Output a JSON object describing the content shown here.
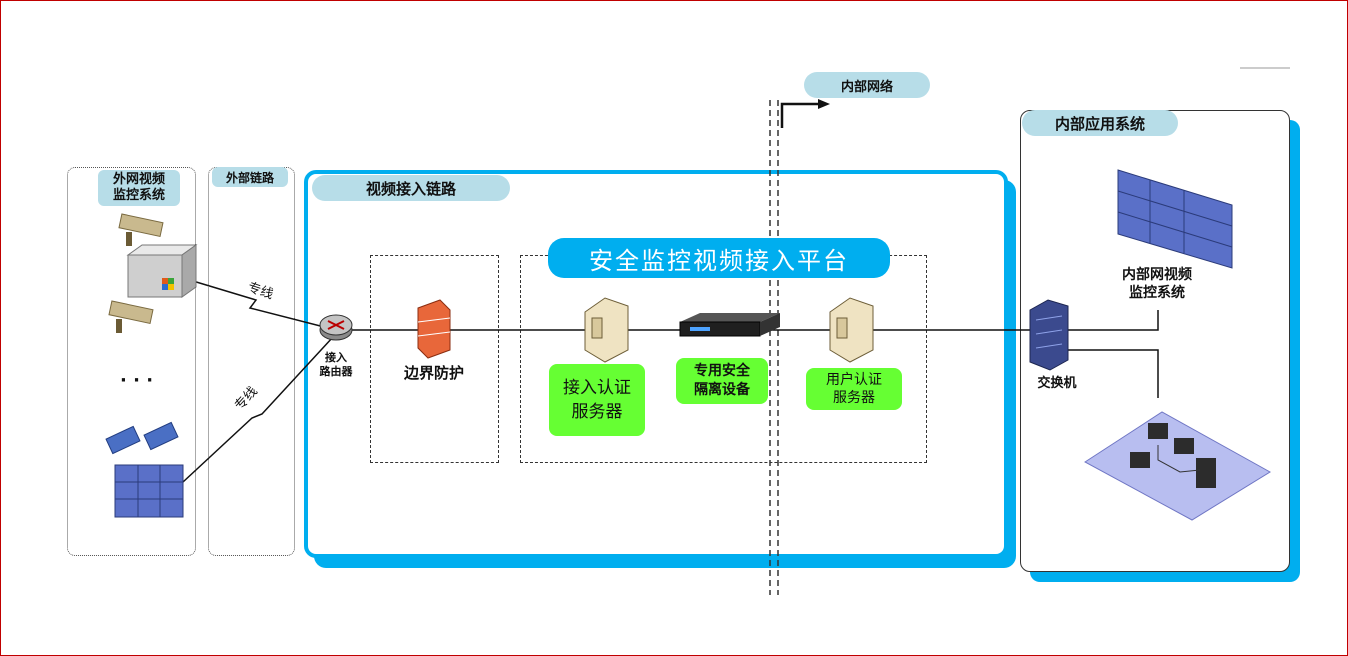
{
  "groups": {
    "external_video": "外网视频\n监控系统",
    "external_link": "外部链路",
    "video_access_link": "视频接入链路",
    "platform": "安全监控视频接入平台",
    "internal_network": "内部网络",
    "internal_app": "内部应用系统"
  },
  "labels": {
    "dedicated_line_1": "专线",
    "dedicated_line_2": "专线",
    "ellipsis": "· · ·",
    "router": "接入\n路由器",
    "firewall": "边界防护",
    "access_auth_server": "接入认证\n服务器",
    "isolation_device": "专用安全\n隔离设备",
    "user_auth_server": "用户认证\n服务器",
    "switch": "交换机",
    "internal_video": "内部网视频\n监控系统"
  },
  "colors": {
    "accent_blue": "#00aeef",
    "pill_blue": "#b7dde8",
    "green": "#66ff33",
    "frame_red": "#c00000"
  },
  "icons": [
    "cctv-camera-icon",
    "server-icon",
    "router-icon",
    "firewall-icon",
    "rack-device-icon",
    "switch-icon",
    "video-wall-icon",
    "workstation-network-icon",
    "box-camera-icon"
  ]
}
